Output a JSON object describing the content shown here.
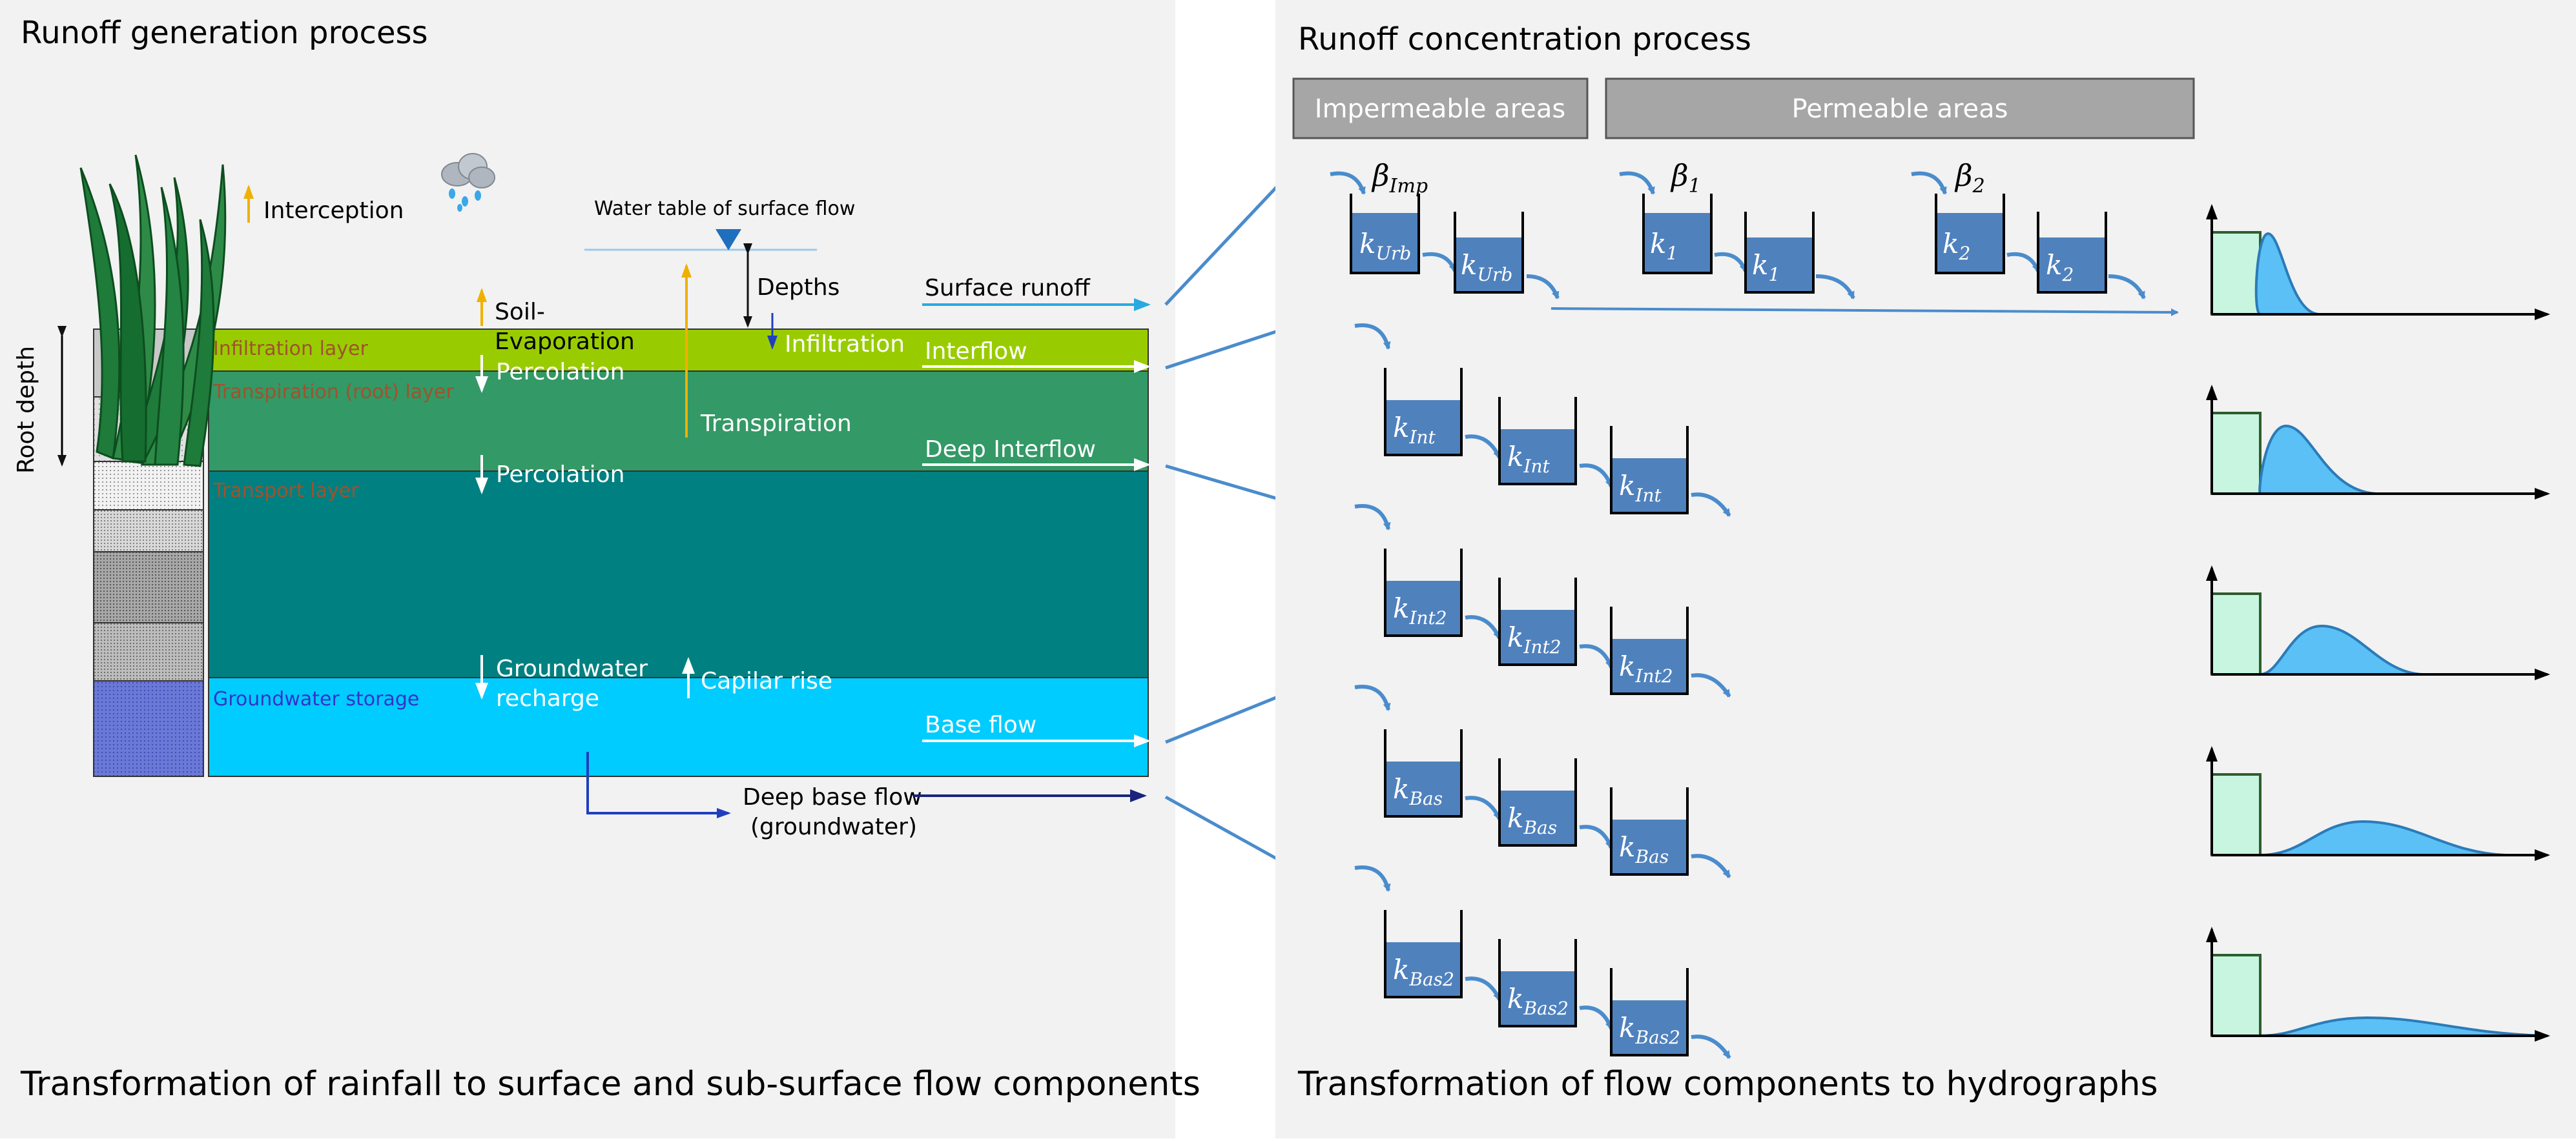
{
  "left_panel": {
    "title": "Runoff generation process",
    "caption": "Transformation of rainfall to surface and sub-surface flow components",
    "root_depth_label": "Root depth",
    "interception_label": "Interception",
    "water_table_label": "Water table of surface flow",
    "depths_label": "Depths",
    "layers": {
      "infiltration": "Infiltration layer",
      "transpiration": "Transpiration (root) layer",
      "transport": "Transport layer",
      "groundwater": "Groundwater storage"
    },
    "processes": {
      "soil_evap_1": "Soil-",
      "soil_evap_2": "Evaporation",
      "infiltration": "Infiltration",
      "percolation_1": "Percolation",
      "percolation_2": "Percolation",
      "transpiration": "Transpiration",
      "gw_recharge_1": "Groundwater",
      "gw_recharge_2": "recharge",
      "capillar_rise": "Capilar rise",
      "deep_base_1": "Deep base flow",
      "deep_base_2": "(groundwater)"
    },
    "flows": {
      "surface": "Surface runoff",
      "interflow": "Interflow",
      "deep_interflow": "Deep Interflow",
      "base": "Base flow"
    }
  },
  "right_panel": {
    "title": "Runoff concentration process",
    "caption": "Transformation of flow components to hydrographs",
    "header_impermeable": "Impermeable areas",
    "header_permeable": "Permeable areas",
    "beta": {
      "imp_base": "β",
      "imp_sub": "Imp",
      "one_base": "β",
      "one_sub": "1",
      "two_base": "β",
      "two_sub": "2"
    },
    "tanks": {
      "urb": {
        "base": "k",
        "sub": "Urb"
      },
      "k1": {
        "base": "k",
        "sub": "1"
      },
      "k2": {
        "base": "k",
        "sub": "2"
      },
      "int": {
        "base": "k",
        "sub": "Int"
      },
      "int2": {
        "base": "k",
        "sub": "Int2"
      },
      "bas": {
        "base": "k",
        "sub": "Bas"
      },
      "bas2": {
        "base": "k",
        "sub": "Bas2"
      }
    }
  },
  "colors": {
    "infiltration_layer": "#99cc00",
    "transpiration_layer": "#339966",
    "transport_layer": "#008080",
    "groundwater_layer": "#00ccff",
    "tank_water": "#4f81bd",
    "arrow_blue": "#4a8ccc",
    "header_gray": "#a6a6a6",
    "panel_bg": "#f2f2f2",
    "hydro_green": "#c7f5e0",
    "hydro_blue": "#5bc0f5",
    "orange_arrow": "#f0b000",
    "layer_label_red": "#a0522d",
    "layer_label_blue": "#3333cc"
  }
}
